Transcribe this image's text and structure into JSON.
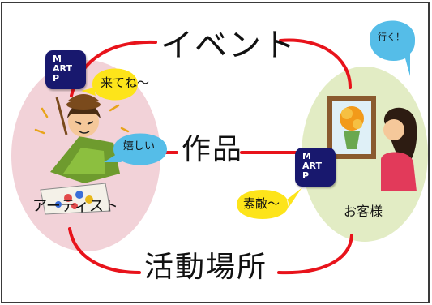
{
  "labels": {
    "event": "イベント",
    "work": "作品",
    "venue": "活動場所",
    "artist": "アーティスト",
    "guest": "お客様"
  },
  "bubbles": {
    "artist_kitene": "来てね～",
    "artist_ureshii": "嬉しい",
    "guest_iku": "行く！",
    "guest_suteki": "素敵～"
  },
  "logo": {
    "line1": "M",
    "line2": "ART",
    "line3": "P"
  },
  "colors": {
    "connector": "#e8131b",
    "artist_circle": "#f2d2d8",
    "guest_circle": "#e2ecc4",
    "yellow_bubble": "#fde41a",
    "blue_bubble": "#55bde8",
    "logo_bg": "#18186e"
  },
  "icons": [
    "artist-painting-illustration",
    "flower-painting-illustration",
    "woman-viewing-illustration"
  ]
}
